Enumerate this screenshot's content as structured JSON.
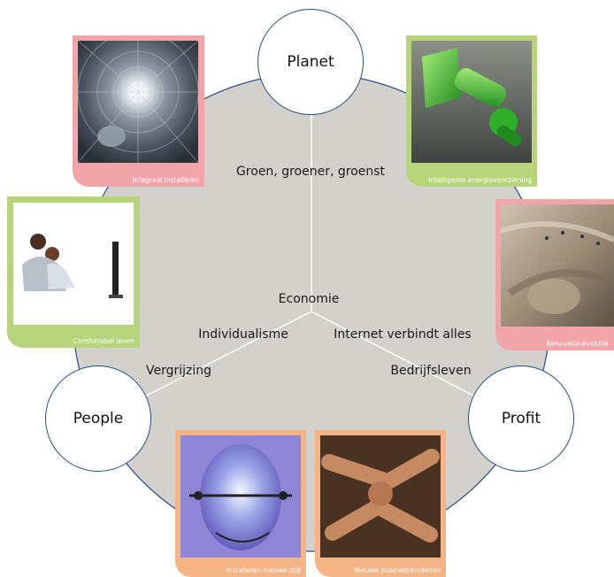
{
  "colors": {
    "circle_fill": "#d3d1cb",
    "line": "#ffffff",
    "node_border": "#1f4e86",
    "pink": "#f2a5a8",
    "green": "#b6d47a",
    "orange": "#f5b485"
  },
  "nodes": {
    "planet": "Planet",
    "people": "People",
    "profit": "Profit"
  },
  "labels": {
    "groen": "Groen, groener, groenst",
    "economie": "Economie",
    "individualisme": "Individualisme",
    "internet": "Internet verbindt alles",
    "vergrijzing": "Vergrijzing",
    "bedrijfsleven": "Bedrijfsleven"
  },
  "cards": [
    {
      "id": "integraal",
      "caption": "Integraal installeren",
      "color": "pink",
      "icon": "tunnel-photo"
    },
    {
      "id": "energie",
      "caption": "Intelligente energievoorziening",
      "color": "green",
      "icon": "green-object-photo"
    },
    {
      "id": "comfort",
      "caption": "Comfortabel leven",
      "color": "green",
      "icon": "family-tv-photo"
    },
    {
      "id": "renovatie",
      "caption": "Renovatie-evolutie",
      "color": "pink",
      "icon": "wood-interior-photo"
    },
    {
      "id": "installeren",
      "caption": "Installeren nieuwe stijl",
      "color": "orange",
      "icon": "headset-face-photo"
    },
    {
      "id": "business",
      "caption": "Nieuwe businessmodellen",
      "color": "orange",
      "icon": "joined-hands-photo"
    }
  ]
}
